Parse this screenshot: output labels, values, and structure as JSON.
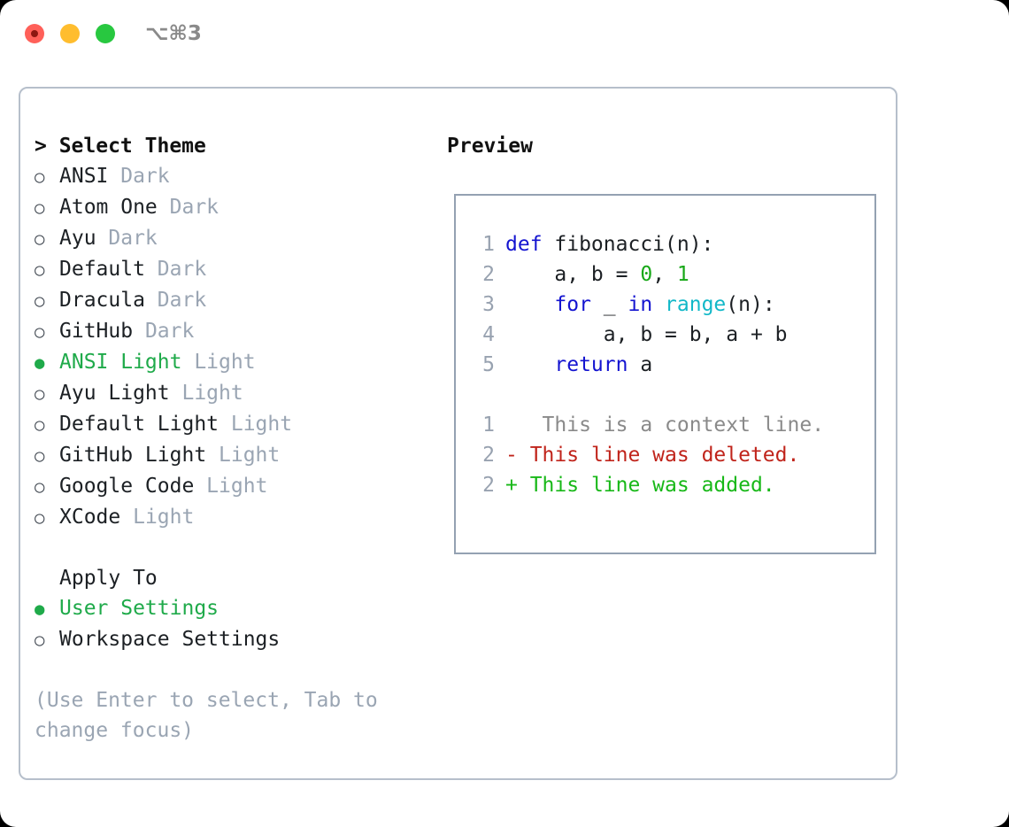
{
  "titlebar": {
    "shortcut": "⌥⌘3",
    "dots": [
      {
        "name": "close",
        "color": "#ff6059"
      },
      {
        "name": "minimize",
        "color": "#ffbd2e"
      },
      {
        "name": "maximize",
        "color": "#28c840"
      }
    ]
  },
  "theme_list": {
    "title": "> Select Theme",
    "marker_selected": "●",
    "marker_unselected": "○",
    "items": [
      {
        "label": "ANSI",
        "suffix": "Dark",
        "selected": false
      },
      {
        "label": "Atom One",
        "suffix": "Dark",
        "selected": false
      },
      {
        "label": "Ayu",
        "suffix": "Dark",
        "selected": false
      },
      {
        "label": "Default",
        "suffix": "Dark",
        "selected": false
      },
      {
        "label": "Dracula",
        "suffix": "Dark",
        "selected": false
      },
      {
        "label": "GitHub",
        "suffix": "Dark",
        "selected": false
      },
      {
        "label": "ANSI Light",
        "suffix": "Light",
        "selected": true
      },
      {
        "label": "Ayu Light",
        "suffix": "Light",
        "selected": false
      },
      {
        "label": "Default Light",
        "suffix": "Light",
        "selected": false
      },
      {
        "label": "GitHub Light",
        "suffix": "Light",
        "selected": false
      },
      {
        "label": "Google Code",
        "suffix": "Light",
        "selected": false
      },
      {
        "label": "XCode",
        "suffix": "Light",
        "selected": false
      }
    ]
  },
  "apply_to": {
    "title": "Apply To",
    "items": [
      {
        "label": "User Settings",
        "selected": true
      },
      {
        "label": "Workspace Settings",
        "selected": false
      }
    ]
  },
  "hint": "(Use Enter to select, Tab to change focus)",
  "preview": {
    "title": "Preview",
    "code_lines": [
      {
        "number": "1",
        "tokens": [
          {
            "text": "def ",
            "type": "kw"
          },
          {
            "text": "fibonacci",
            "type": "fn"
          },
          {
            "text": "(n):",
            "type": "plain"
          }
        ]
      },
      {
        "number": "2",
        "tokens": [
          {
            "text": "    a, b = ",
            "type": "plain"
          },
          {
            "text": "0",
            "type": "num"
          },
          {
            "text": ", ",
            "type": "plain"
          },
          {
            "text": "1",
            "type": "num"
          }
        ]
      },
      {
        "number": "3",
        "tokens": [
          {
            "text": "    ",
            "type": "plain"
          },
          {
            "text": "for",
            "type": "kw"
          },
          {
            "text": " _ ",
            "type": "plain"
          },
          {
            "text": "in",
            "type": "kw"
          },
          {
            "text": " ",
            "type": "plain"
          },
          {
            "text": "range",
            "type": "bi"
          },
          {
            "text": "(n):",
            "type": "plain"
          }
        ]
      },
      {
        "number": "4",
        "tokens": [
          {
            "text": "        a, b = b, a + b",
            "type": "plain"
          }
        ]
      },
      {
        "number": "5",
        "tokens": [
          {
            "text": "    ",
            "type": "plain"
          },
          {
            "text": "return",
            "type": "kw"
          },
          {
            "text": " a",
            "type": "plain"
          }
        ]
      }
    ],
    "diff_lines": [
      {
        "number": "1",
        "marker": " ",
        "text": "  This is a context line.",
        "type": "ctx"
      },
      {
        "number": "2",
        "marker": "-",
        "text": " This line was deleted.",
        "type": "del"
      },
      {
        "number": "2",
        "marker": "+",
        "text": " This line was added.",
        "type": "add"
      }
    ]
  },
  "colors": {
    "accent_green": "#1faa4a",
    "muted_gray": "#9aa5b3",
    "border": "#b6bfcb",
    "code_border": "#94a1b2",
    "keyword": "#1414d0",
    "number": "#18a818",
    "builtin": "#12b8c8",
    "diff_deleted": "#c0241b",
    "diff_added": "#18b818",
    "diff_context": "#8a8a8a"
  }
}
